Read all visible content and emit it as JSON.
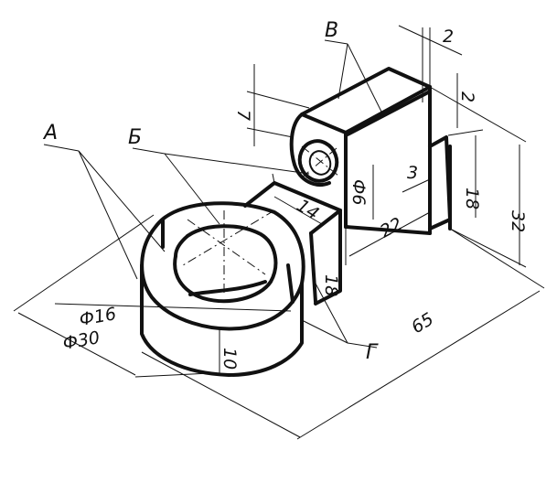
{
  "labels": {
    "A": "А",
    "B": "Б",
    "V": "В",
    "G": "Г"
  },
  "dimensions": {
    "d65": "65",
    "d32": "32",
    "d22": "22",
    "d18_right": "18",
    "d18_front": "18",
    "d14": "14",
    "d10": "10",
    "d7": "7",
    "d3": "3",
    "d2_top": "2",
    "d2_side": "2",
    "phi6": "Ф6",
    "phi16": "Ф16",
    "phi30": "Ф30"
  }
}
